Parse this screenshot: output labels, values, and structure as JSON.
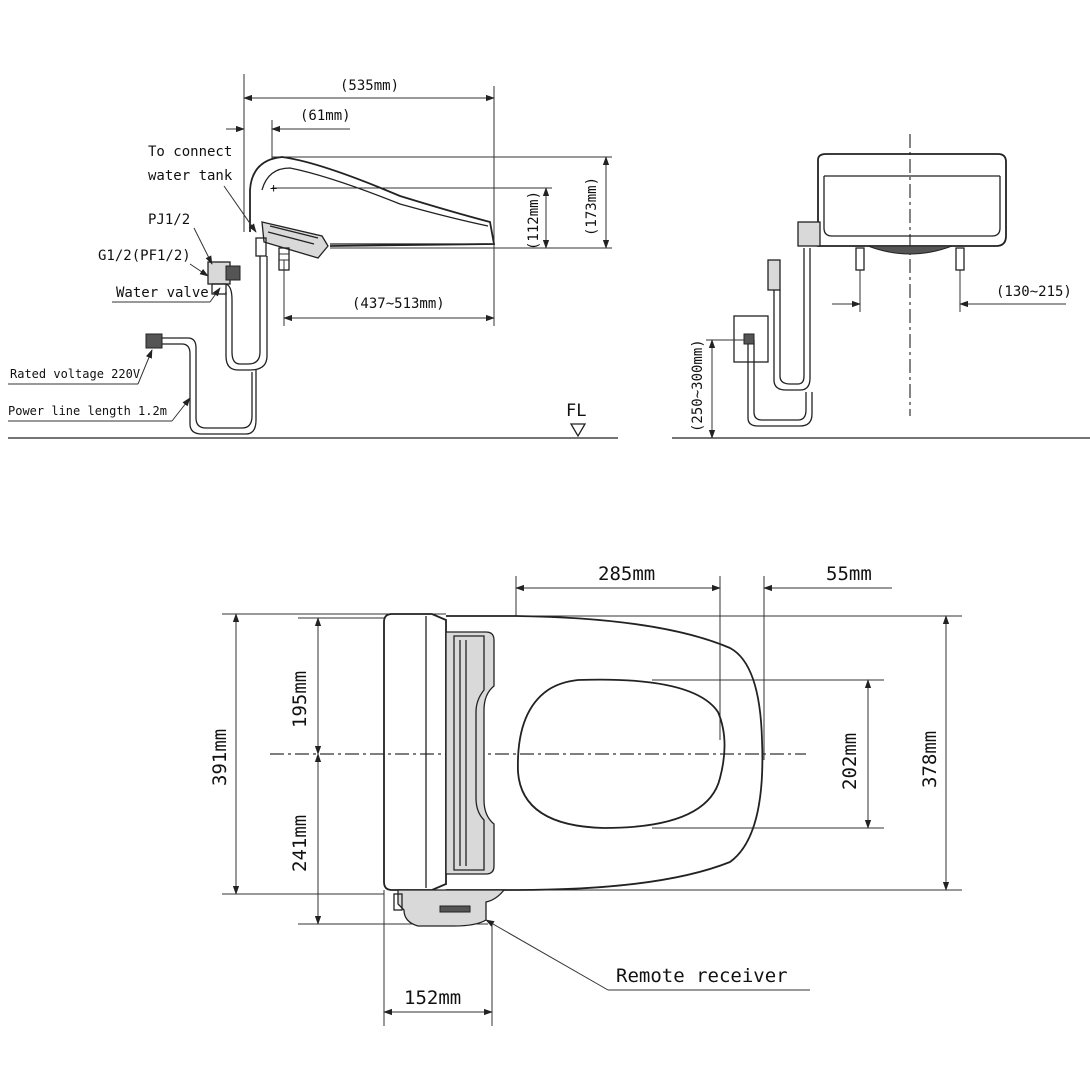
{
  "side_view": {
    "dim_overall_length": "(535mm)",
    "dim_front_offset": "(61mm)",
    "dim_height_total": "(173mm)",
    "dim_height_seat": "(112mm)",
    "dim_mount_range": "(437~513mm)",
    "label_connect_line1": "To connect",
    "label_connect_line2": "water tank",
    "label_pj": "PJ1/2",
    "label_g": "G1/2(PF1/2)",
    "label_valve": "Water valve",
    "label_voltage": "Rated voltage 220V",
    "label_power_line": "Power line length 1.2m",
    "label_floor": "FL"
  },
  "rear_view": {
    "dim_bolt_spacing": "(130~215)",
    "dim_outlet_height": "(250~300mm)"
  },
  "top_view": {
    "dim_hinge_to_hole": "285mm",
    "dim_hole_offset": "55mm",
    "dim_overall_width": "391mm",
    "dim_upper_half": "195mm",
    "dim_lower_half": "241mm",
    "dim_opening_width": "202mm",
    "dim_seat_width": "378mm",
    "dim_tank_depth": "152mm",
    "label_remote": "Remote receiver"
  }
}
